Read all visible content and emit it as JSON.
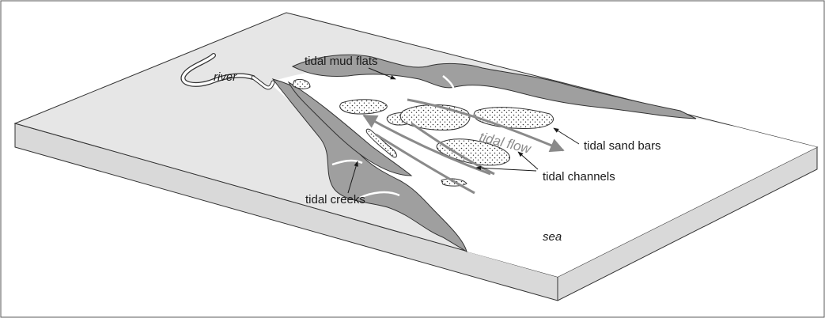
{
  "diagram": {
    "labels": {
      "river": "river",
      "tidal_mud_flats": "tidal mud flats",
      "tidal_flow": "tidal flow",
      "tidal_sand_bars": "tidal sand bars",
      "tidal_channels": "tidal channels",
      "tidal_creeks": "tidal creeks",
      "sea": "sea"
    },
    "colors": {
      "land": "#e6e6e6",
      "mud_flat": "#9f9f9f",
      "sea": "#ffffff",
      "block_side": "#d9d9d9",
      "flow_arrow": "#8a8a8a",
      "outline": "#333333"
    }
  }
}
